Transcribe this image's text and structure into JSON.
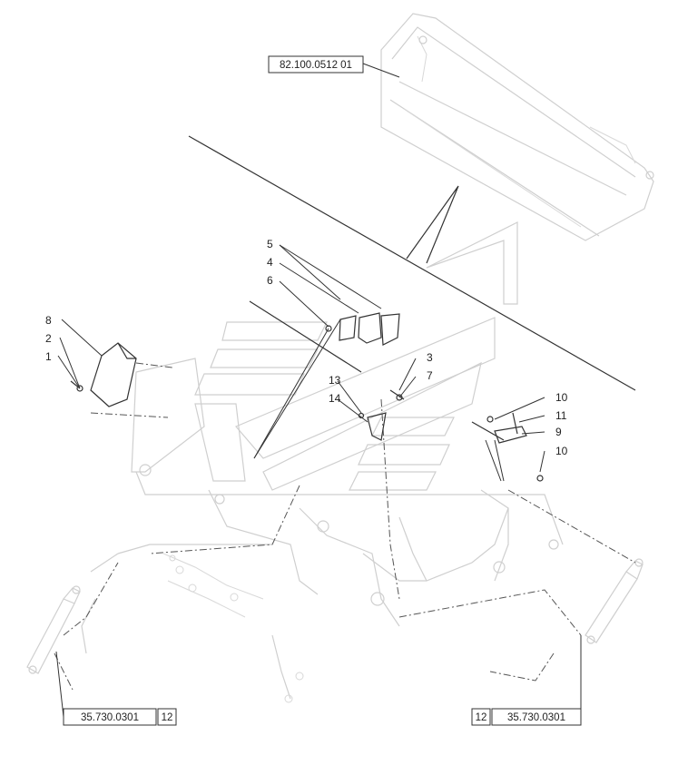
{
  "references": {
    "top": "82.100.0512 01",
    "bottom_left_code": "35.730.0301",
    "bottom_left_qty": "12",
    "bottom_right_qty": "12",
    "bottom_right_code": "35.730.0301"
  },
  "callouts": [
    "1",
    "2",
    "3",
    "4",
    "5",
    "6",
    "7",
    "8",
    "9",
    "10",
    "10",
    "11",
    "13",
    "14"
  ]
}
